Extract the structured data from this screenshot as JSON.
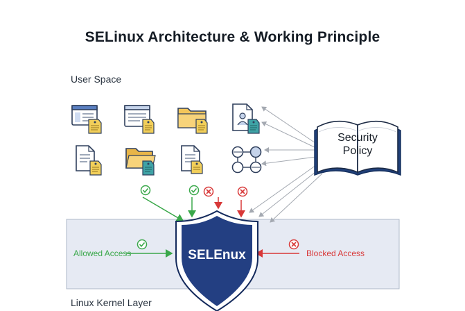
{
  "title": "SELinux Architecture & Working Principle",
  "user_space_label": "User Space",
  "kernel_layer_label": "Linux Kernel Layer",
  "policy": {
    "line1": "Security",
    "line2": "Policy"
  },
  "shield_label": "SELEnux",
  "allowed_label": "Allowed Access",
  "blocked_label": "Blocked Access",
  "colors": {
    "allowed": "#3aa84a",
    "blocked": "#d83838",
    "shield": "#233f82",
    "book": "#20407a",
    "kernel_band": "#e6eaf3",
    "tag": "#f2cf5a",
    "tag_teal": "#3fa3a6",
    "folder": "#f3c55a"
  },
  "icons": [
    {
      "name": "browser-window-icon"
    },
    {
      "name": "document-window-icon"
    },
    {
      "name": "folder-icon"
    },
    {
      "name": "user-document-icon"
    },
    {
      "name": "text-document-icon"
    },
    {
      "name": "open-folder-icon"
    },
    {
      "name": "file-document-icon"
    },
    {
      "name": "network-nodes-icon"
    }
  ]
}
